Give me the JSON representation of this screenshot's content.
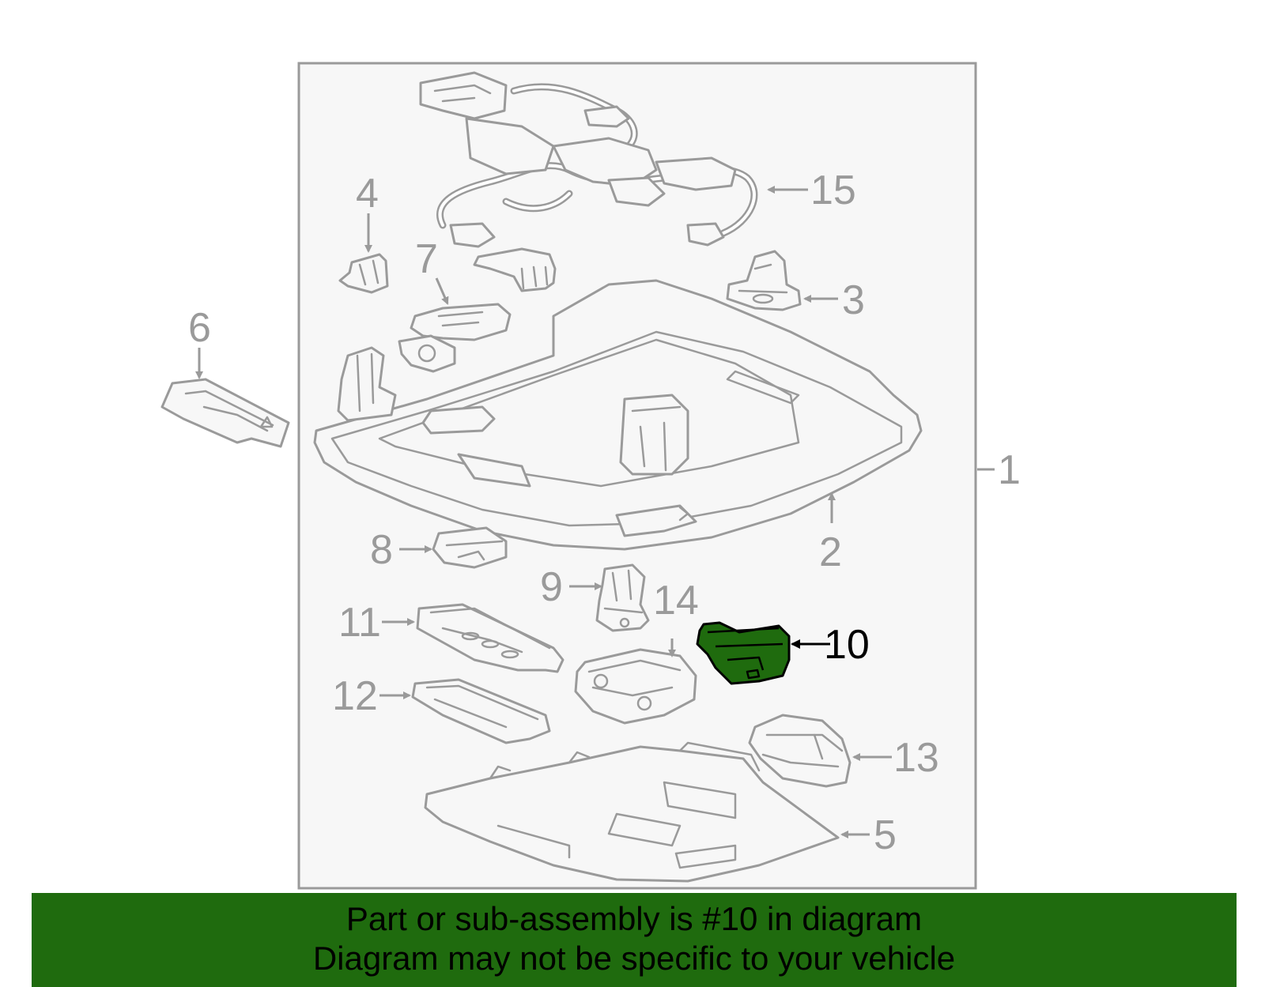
{
  "callouts": {
    "c1": "1",
    "c2": "2",
    "c3": "3",
    "c4": "4",
    "c5": "5",
    "c6": "6",
    "c7": "7",
    "c8": "8",
    "c9": "9",
    "c10": "10",
    "c11": "11",
    "c12": "12",
    "c13": "13",
    "c14": "14",
    "c15": "15"
  },
  "highlighted_part": "10",
  "colors": {
    "highlight": "#1f6b0e",
    "line": "#9a9a9a",
    "panel": "#f7f7f7"
  },
  "banner": {
    "line1": "Part or sub-assembly is #10 in diagram",
    "line2": "Diagram may not be specific to your vehicle"
  }
}
